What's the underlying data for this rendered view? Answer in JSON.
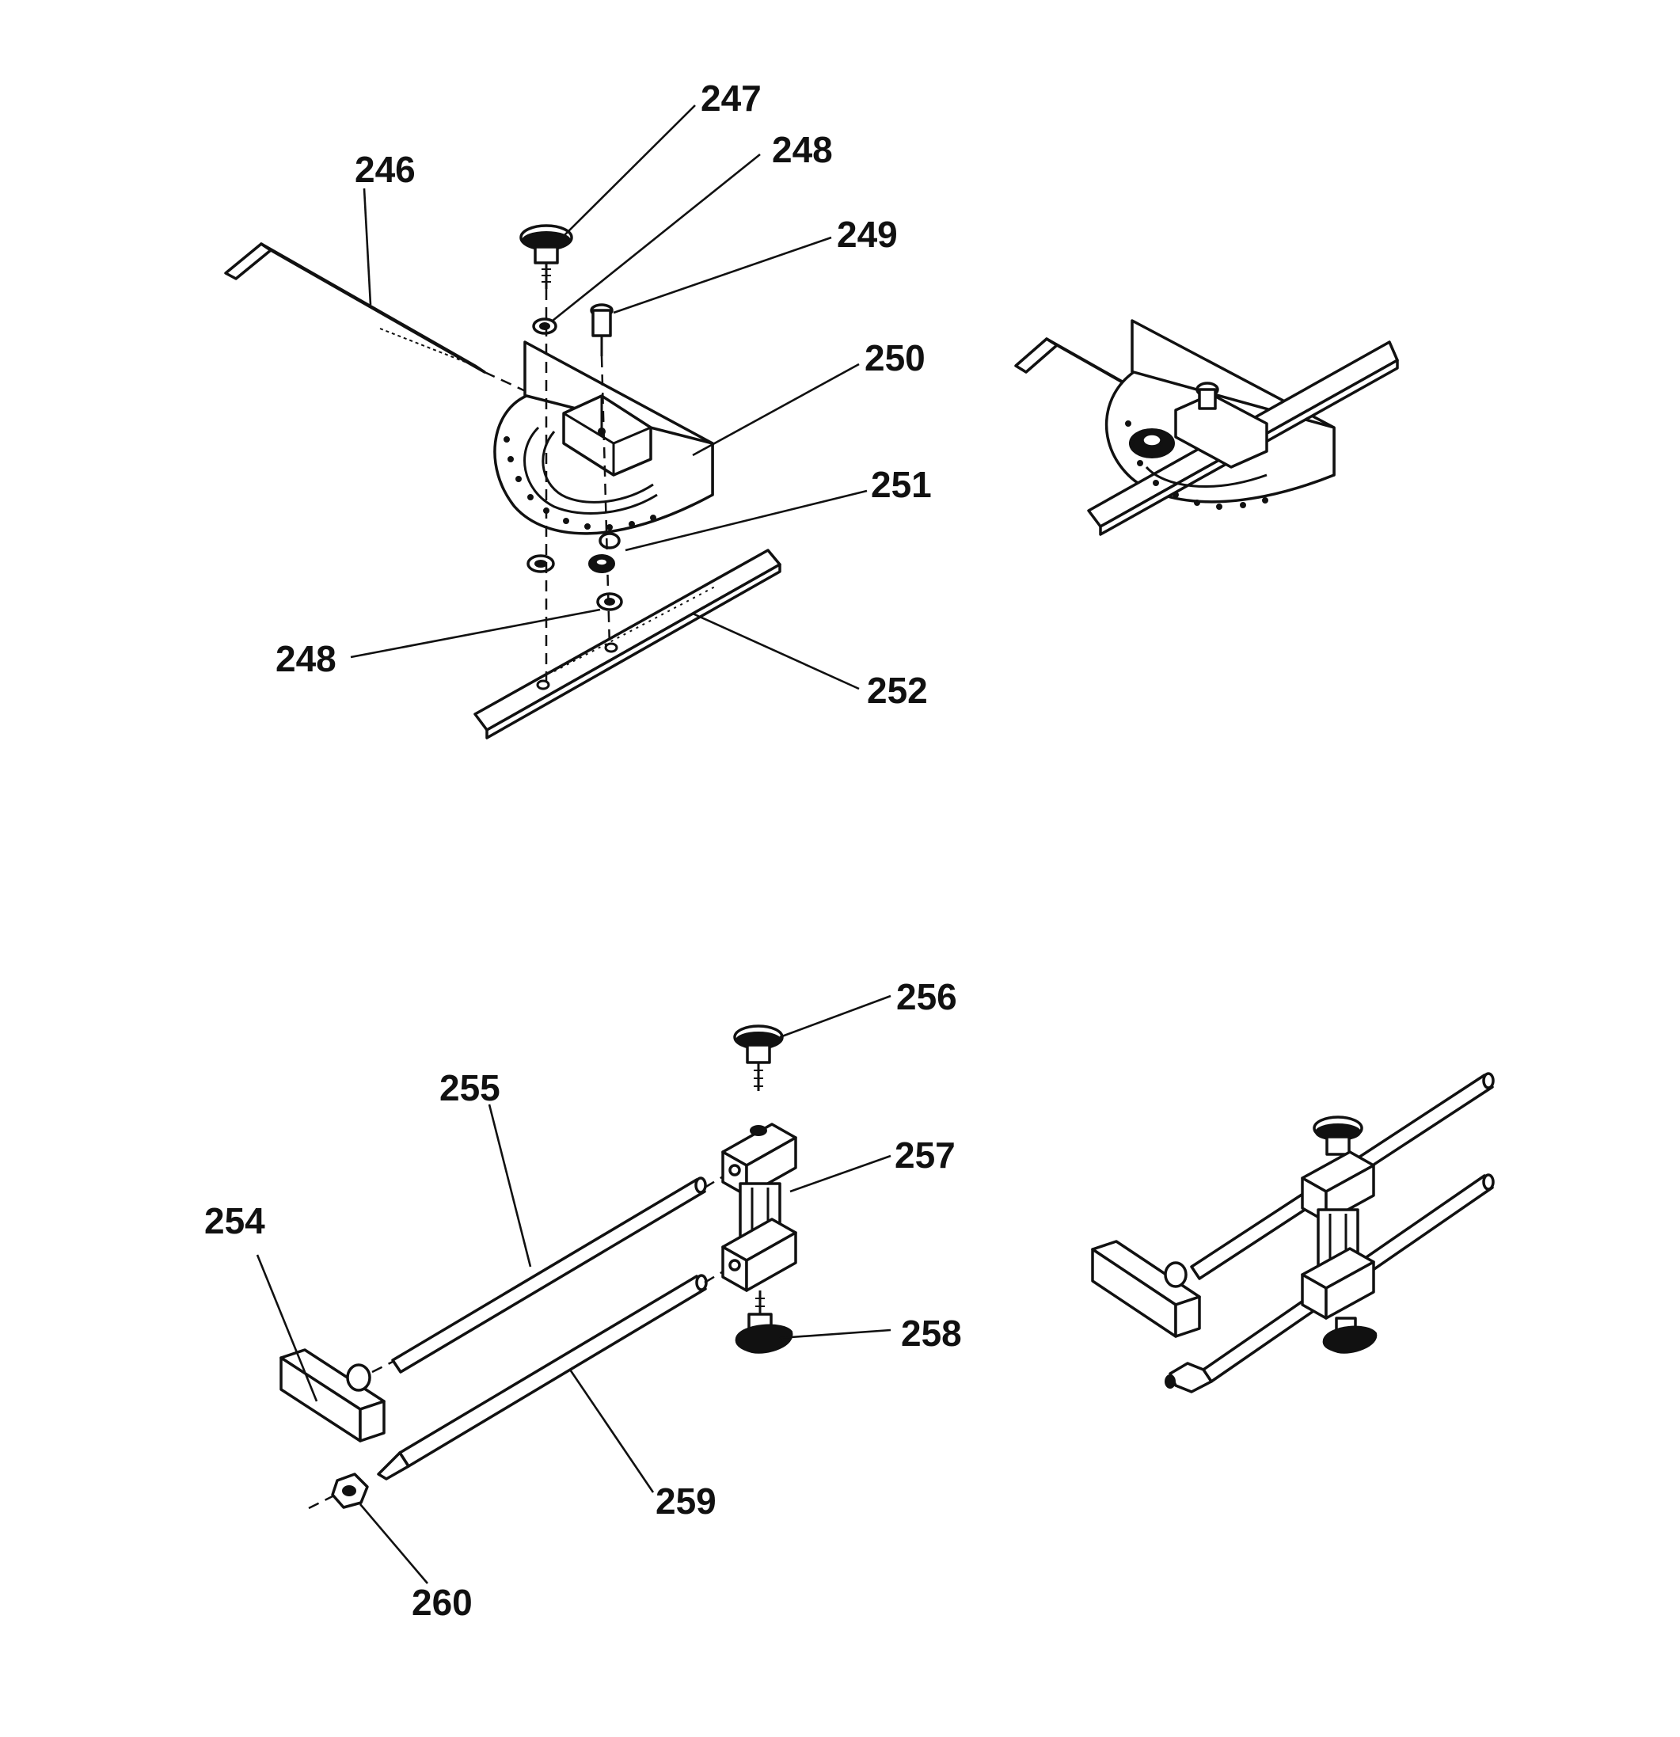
{
  "callouts": {
    "c246": "246",
    "c247": "247",
    "c248a": "248",
    "c249": "249",
    "c250": "250",
    "c251": "251",
    "c248b": "248",
    "c252": "252",
    "c254": "254",
    "c255": "255",
    "c256": "256",
    "c257": "257",
    "c258": "258",
    "c259": "259",
    "c260": "260"
  }
}
